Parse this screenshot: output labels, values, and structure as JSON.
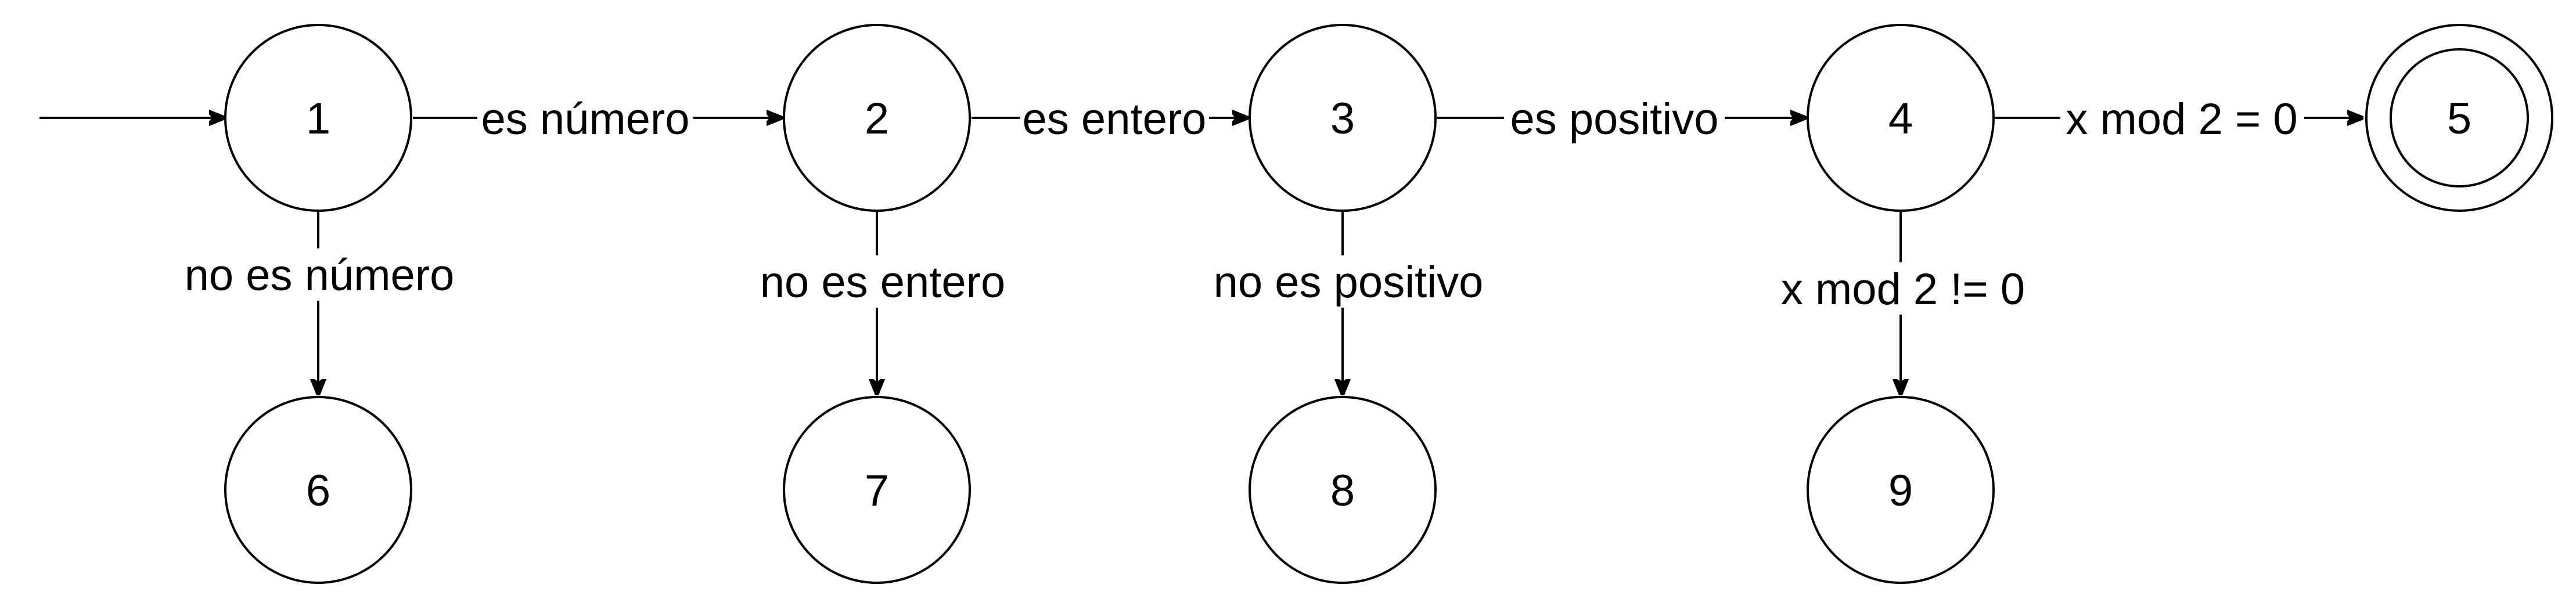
{
  "diagram": {
    "type": "finite-state-machine",
    "accepting_states": [
      "5"
    ],
    "initial_state": "1",
    "states": {
      "s1": "1",
      "s2": "2",
      "s3": "3",
      "s4": "4",
      "s5": "5",
      "s6": "6",
      "s7": "7",
      "s8": "8",
      "s9": "9"
    },
    "transitions": {
      "t12": "es número",
      "t23": "es entero",
      "t34": "es positivo",
      "t45": "x mod 2 = 0",
      "t16": "no es número",
      "t27": "no es entero",
      "t38": "no es positivo",
      "t49": "x mod 2 != 0"
    },
    "colors": {
      "stroke": "#000000",
      "background": "#ffffff"
    }
  }
}
